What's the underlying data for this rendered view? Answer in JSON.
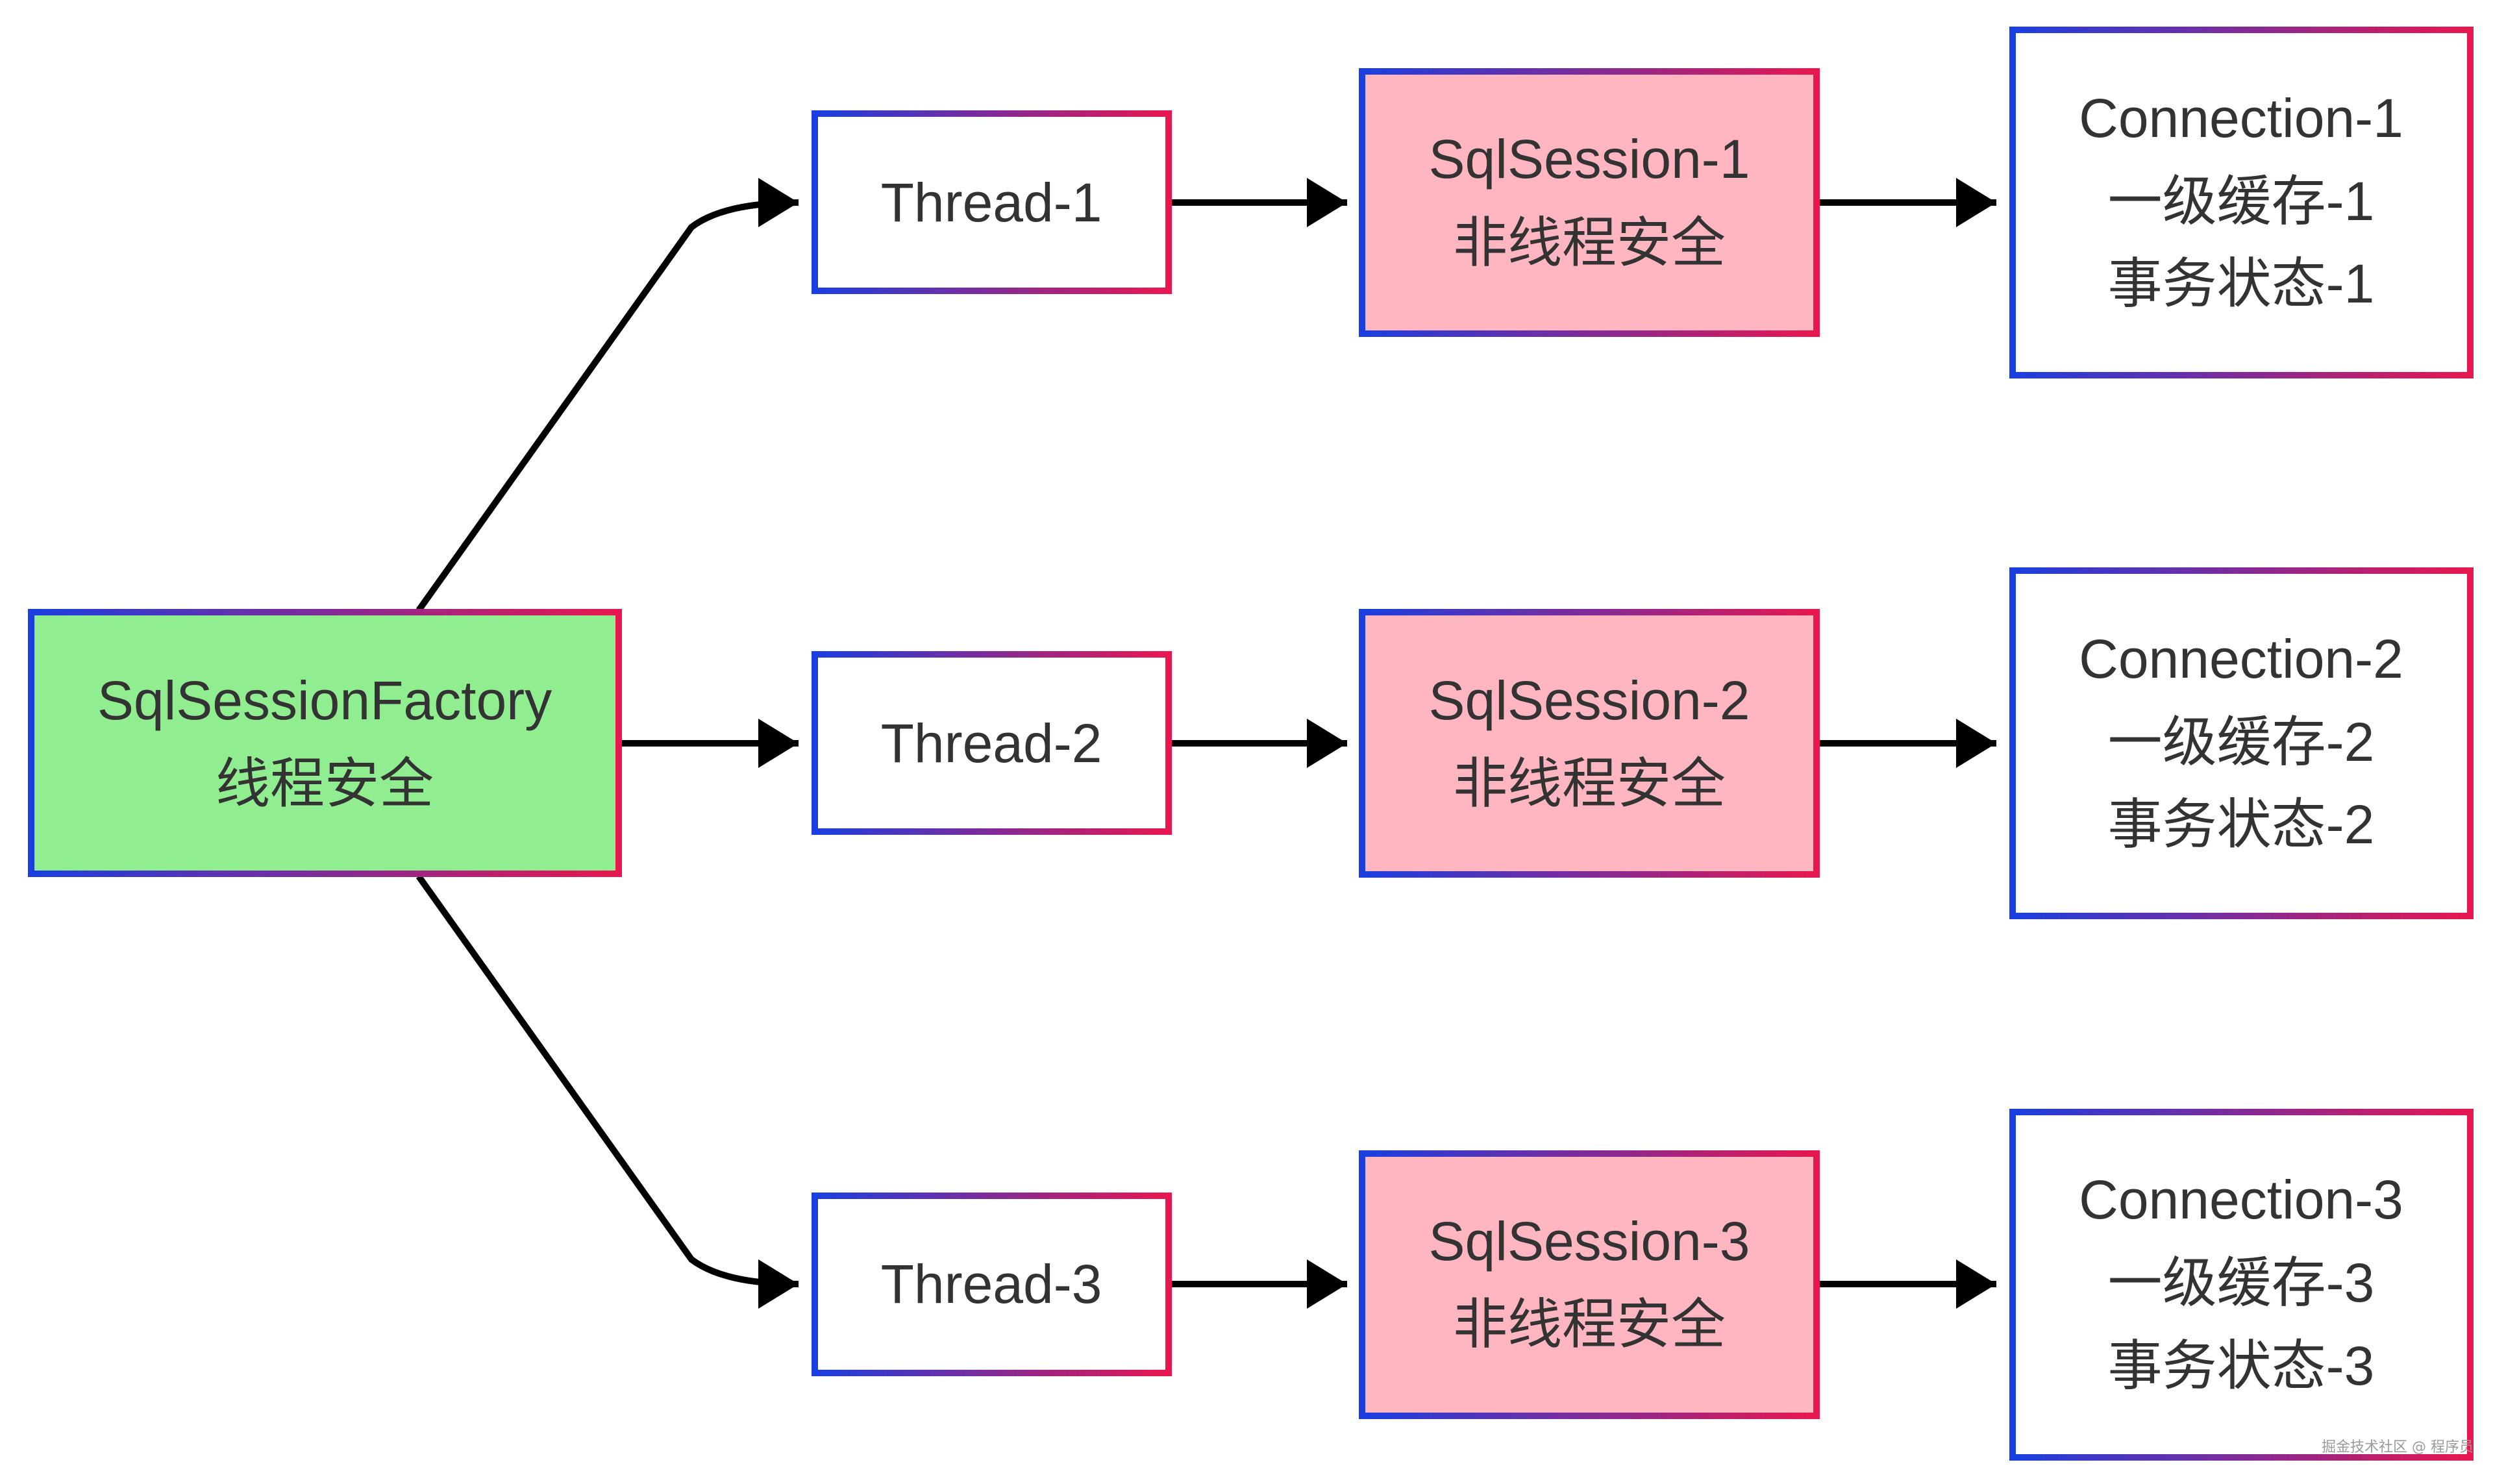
{
  "colors": {
    "factory_fill": "#90ee90",
    "session_fill": "#ffb6c1",
    "plain_fill": "#ffffff",
    "border_gradient_start": "#1a3fe0",
    "border_gradient_end": "#e8174f",
    "text": "#333333",
    "edge": "#000000"
  },
  "factory": {
    "name": "SqlSessionFactory",
    "note": "线程安全"
  },
  "threads": [
    {
      "label": "Thread-1"
    },
    {
      "label": "Thread-2"
    },
    {
      "label": "Thread-3"
    }
  ],
  "sessions": [
    {
      "name": "SqlSession-1",
      "note": "非线程安全"
    },
    {
      "name": "SqlSession-2",
      "note": "非线程安全"
    },
    {
      "name": "SqlSession-3",
      "note": "非线程安全"
    }
  ],
  "connections": [
    {
      "name": "Connection-1",
      "cache": "一级缓存-1",
      "transaction": "事务状态-1"
    },
    {
      "name": "Connection-2",
      "cache": "一级缓存-2",
      "transaction": "事务状态-2"
    },
    {
      "name": "Connection-3",
      "cache": "一级缓存-3",
      "transaction": "事务状态-3"
    }
  ],
  "watermark": "掘金技术社区 @ 程序员"
}
